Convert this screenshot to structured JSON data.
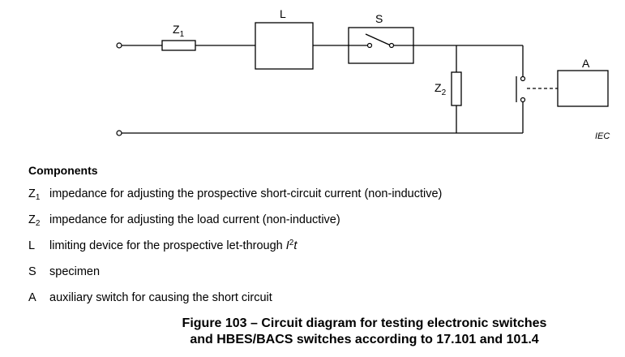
{
  "diagram": {
    "labels": {
      "z1_letter": "Z",
      "z1_index": "1",
      "l": "L",
      "s": "S",
      "z2_letter": "Z",
      "z2_index": "2",
      "a": "A",
      "iec": "IEC"
    }
  },
  "legend": {
    "heading": "Components",
    "items": [
      {
        "letter": "Z",
        "index": "1",
        "text": "impedance for adjusting the prospective short-circuit current (non-inductive)"
      },
      {
        "letter": "Z",
        "index": "2",
        "text": "impedance for adjusting the load current (non-inductive)"
      },
      {
        "letter": "L",
        "index": "",
        "text_prefix": "limiting device for the prospective let-through ",
        "var": "I",
        "sup": "2",
        "var2": "t"
      },
      {
        "letter": "S",
        "index": "",
        "text": "specimen"
      },
      {
        "letter": "A",
        "index": "",
        "text": "auxiliary switch for causing the short circuit"
      }
    ]
  },
  "caption": {
    "line1": "Figure 103 – Circuit diagram for testing electronic switches",
    "line2": "and HBES/BACS switches according to 17.101 and 101.4"
  }
}
